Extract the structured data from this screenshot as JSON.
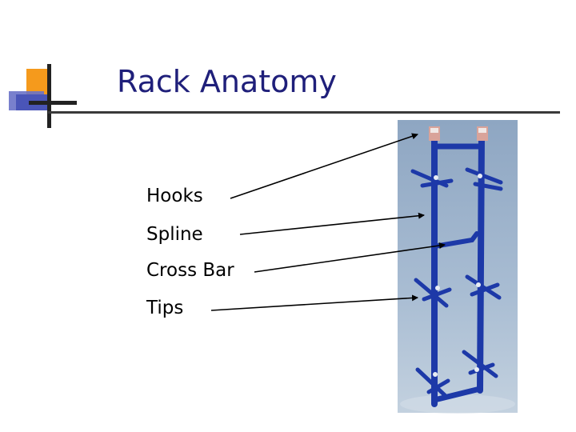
{
  "slide": {
    "title": "Rack Anatomy",
    "labels": [
      "Hooks",
      "Spline",
      "Cross Bar",
      "Tips"
    ]
  },
  "colors": {
    "title": "#1f1f7a",
    "rule": "#3a3a3a",
    "logo_orange": "#f59a1c",
    "logo_blue": "#4a55b8",
    "photo_bg": "#9fb6cf",
    "rack_blue": "#1d39a8"
  },
  "icons": [
    "slide-logo-icon",
    "rack-photo"
  ]
}
